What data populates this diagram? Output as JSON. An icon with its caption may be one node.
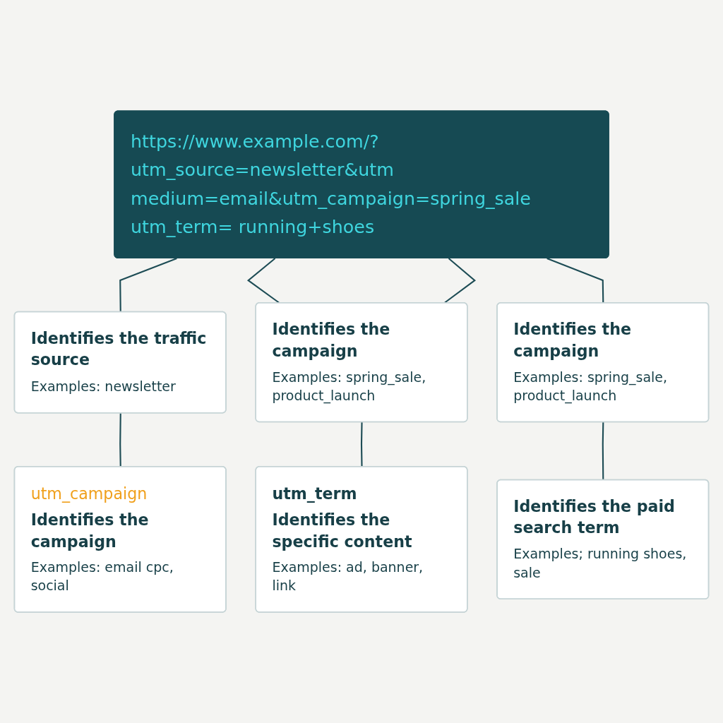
{
  "diagram": {
    "nodes": [
      {
        "text": [
          "https://www.example.com/?utm_source=newsletter&utm medium=email&utm_campaign=spring_sale utm_term= running+shoes"
        ]
      },
      {
        "text": [
          "Identifies the traffic source",
          "Examples: newsletter"
        ]
      },
      {
        "text": [
          "Identifies the campaign",
          "Examples: spring_sale, product_launch"
        ]
      },
      {
        "text": [
          "Identifies the campaign",
          "Examples: spring_sale, product_launch"
        ]
      },
      {
        "text": [
          "utm_campaign",
          "Identifies the campaign",
          "Examples: email cpc, social"
        ]
      },
      {
        "text": [
          "utm_term",
          "Identifies the specific content",
          "Examples: ad, banner, link"
        ]
      },
      {
        "text": [
          "Identifies the paid search term",
          "Examples; running shoes, sale"
        ]
      }
    ],
    "edges": [
      {
        "from": 0,
        "to": 1,
        "arrow": "none"
      },
      {
        "from": 0,
        "to": 2,
        "arrow": "none"
      },
      {
        "from": 0,
        "to": 2,
        "arrow": "none"
      },
      {
        "from": 0,
        "to": 3,
        "arrow": "none"
      },
      {
        "from": 1,
        "to": 4,
        "arrow": "none"
      },
      {
        "from": 2,
        "to": 5,
        "arrow": "none"
      },
      {
        "from": 3,
        "to": 6,
        "arrow": "none"
      }
    ]
  }
}
